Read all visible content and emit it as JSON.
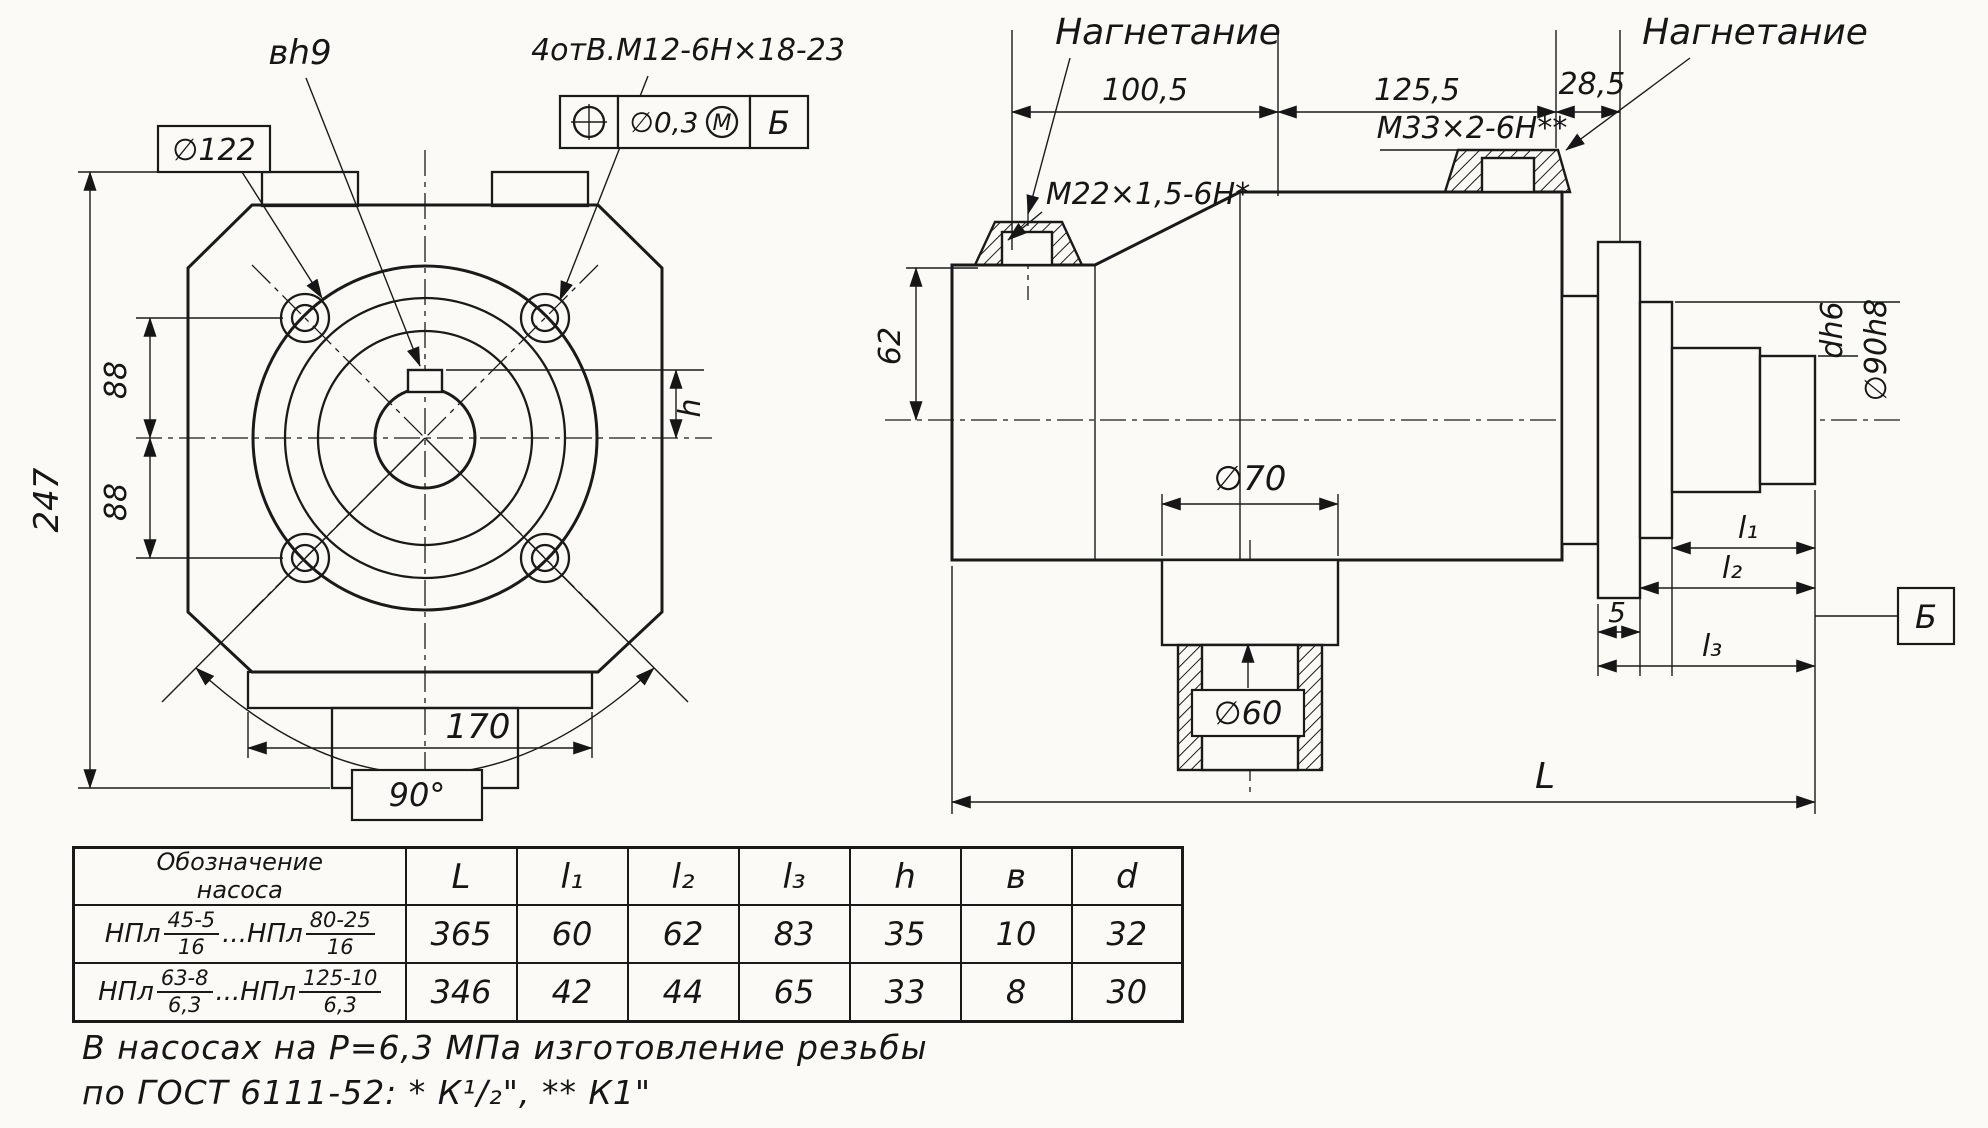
{
  "front": {
    "dim_247": "247",
    "dim_88_top": "88",
    "dim_88_bottom": "88",
    "dia_122": "∅122",
    "keyway_width": "вh9",
    "holes_note": "4отВ.М12-6Н×18-23",
    "fcf_tolerance": "∅0,3",
    "fcf_modifier": "М",
    "fcf_datum": "Б",
    "dim_h": "h",
    "dim_170": "170",
    "angle": "90°"
  },
  "side": {
    "port_label_left": "Нагнетание",
    "port_label_right": "Нагнетание",
    "dim_100_5": "100,5",
    "dim_125_5": "125,5",
    "dim_28_5": "28,5",
    "thread_left": "М22×1,5-6Н*",
    "thread_right": "М33×2-6Н**",
    "dim_62": "62",
    "dia_70": "∅70",
    "dia_60": "∅60",
    "shaft_dia": "dh6",
    "pilot_dia": "∅90h8",
    "dim_l1": "l₁",
    "dim_l2": "l₂",
    "dim_5": "5",
    "dim_l3": "l₃",
    "datum": "Б",
    "dim_L": "L"
  },
  "icons": {
    "position_tolerance_icon": "circle-with-cross",
    "modifier_m_icon": "M-in-circle"
  },
  "table": {
    "header": {
      "designation_line1": "Обозначение",
      "designation_line2": "насоса",
      "cols": [
        "L",
        "l₁",
        "l₂",
        "l₃",
        "h",
        "в",
        "d"
      ]
    },
    "rows": [
      {
        "d_prefix": "НПл",
        "d_f1_num": "45-5",
        "d_f1_den": "16",
        "d_mid": "...НПл",
        "d_f2_num": "80-25",
        "d_f2_den": "16",
        "L": "365",
        "l1": "60",
        "l2": "62",
        "l3": "83",
        "h": "35",
        "b": "10",
        "d": "32"
      },
      {
        "d_prefix": "НПл",
        "d_f1_num": "63-8",
        "d_f1_den": "6,3",
        "d_mid": "...НПл",
        "d_f2_num": "125-10",
        "d_f2_den": "6,3",
        "L": "346",
        "l1": "42",
        "l2": "44",
        "l3": "65",
        "h": "33",
        "b": "8",
        "d": "30"
      }
    ]
  },
  "notes": {
    "line1": "В насосах на Р=6,3 МПа изготовление резьбы",
    "line2": "по ГОСТ 6111-52: * К¹/₂\",  ** К1\""
  }
}
